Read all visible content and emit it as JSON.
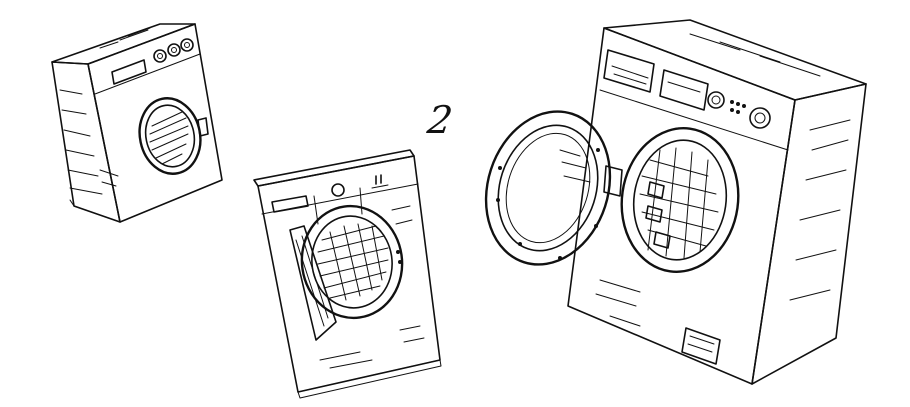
{
  "scene": {
    "number_label": "2",
    "illustrations": [
      {
        "name": "washer-small-closed",
        "door_state": "closed"
      },
      {
        "name": "washer-front-open-door",
        "door_state": "open"
      },
      {
        "name": "washer-large-open-door",
        "door_state": "open"
      }
    ],
    "ink_color": "#111111",
    "background_color": "#ffffff"
  }
}
